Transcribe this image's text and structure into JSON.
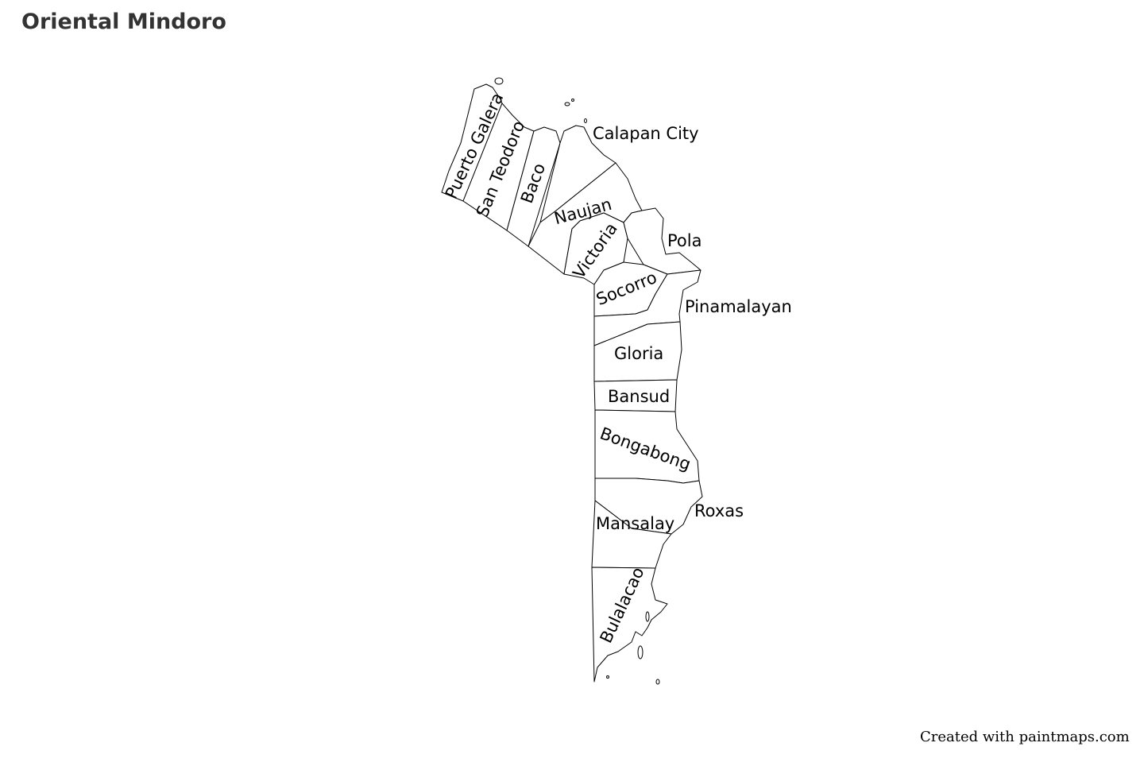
{
  "title": "Oriental Mindoro",
  "credit": "Created with paintmaps.com",
  "style": {
    "fill": "#ffffff",
    "stroke": "#000000",
    "title_color": "#333333"
  },
  "municipalities": [
    "Puerto Galera",
    "San Teodoro",
    "Baco",
    "Calapan City",
    "Naujan",
    "Victoria",
    "Pola",
    "Socorro",
    "Pinamalayan",
    "Gloria",
    "Bansud",
    "Bongabong",
    "Roxas",
    "Mansalay",
    "Bulalacao"
  ]
}
